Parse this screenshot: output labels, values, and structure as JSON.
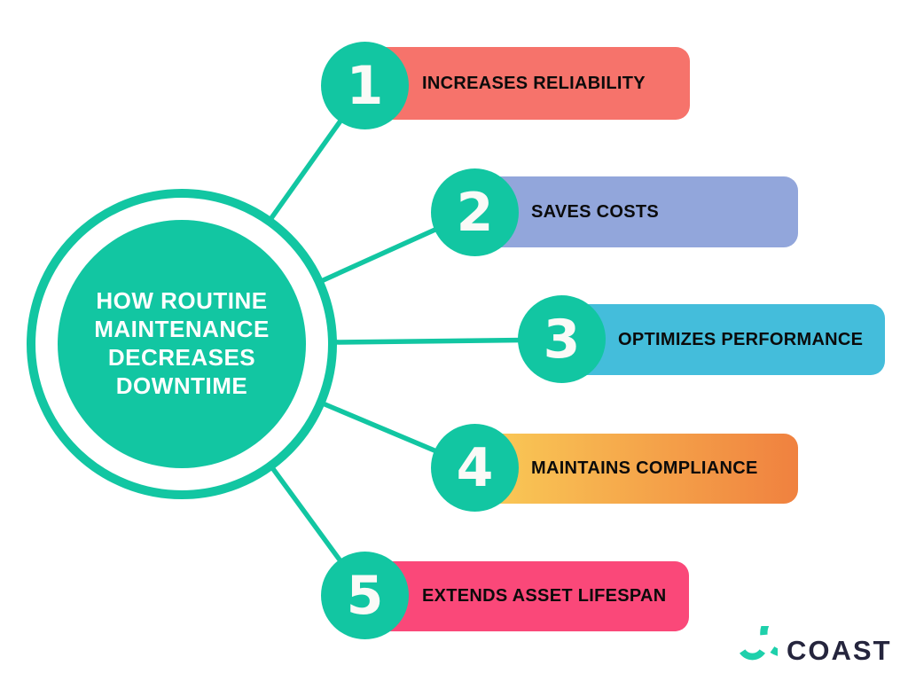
{
  "title": {
    "full": "HOW ROUTINE MAINTENANCE DECREASES DOWNTIME",
    "lines": [
      "HOW ROUTINE",
      "MAINTENANCE",
      "DECREASES",
      "DOWNTIME"
    ]
  },
  "items": [
    {
      "number": "1",
      "label": "INCREASES RELIABILITY",
      "bar_color": "#F6736B"
    },
    {
      "number": "2",
      "label": "SAVES COSTS",
      "bar_color": "#92A6DB"
    },
    {
      "number": "3",
      "label": "OPTIMIZES PERFORMANCE",
      "bar_color": "#44BDDB"
    },
    {
      "number": "4",
      "label": "MAINTAINS COMPLIANCE",
      "bar_color_start": "#FACD57",
      "bar_color_end": "#F0813F"
    },
    {
      "number": "5",
      "label": "EXTENDS ASSET LIFESPAN",
      "bar_color": "#FA4879"
    }
  ],
  "brand": {
    "wordmark": "COAST",
    "logo_teal": "#1ED0AB",
    "wordmark_color": "#25253D"
  },
  "theme": {
    "teal": "#12C6A2",
    "label_text": "#0B0B0B",
    "number_text": "#FAFAF7",
    "title_text": "#FFFFFF",
    "background": "#FFFFFF"
  }
}
